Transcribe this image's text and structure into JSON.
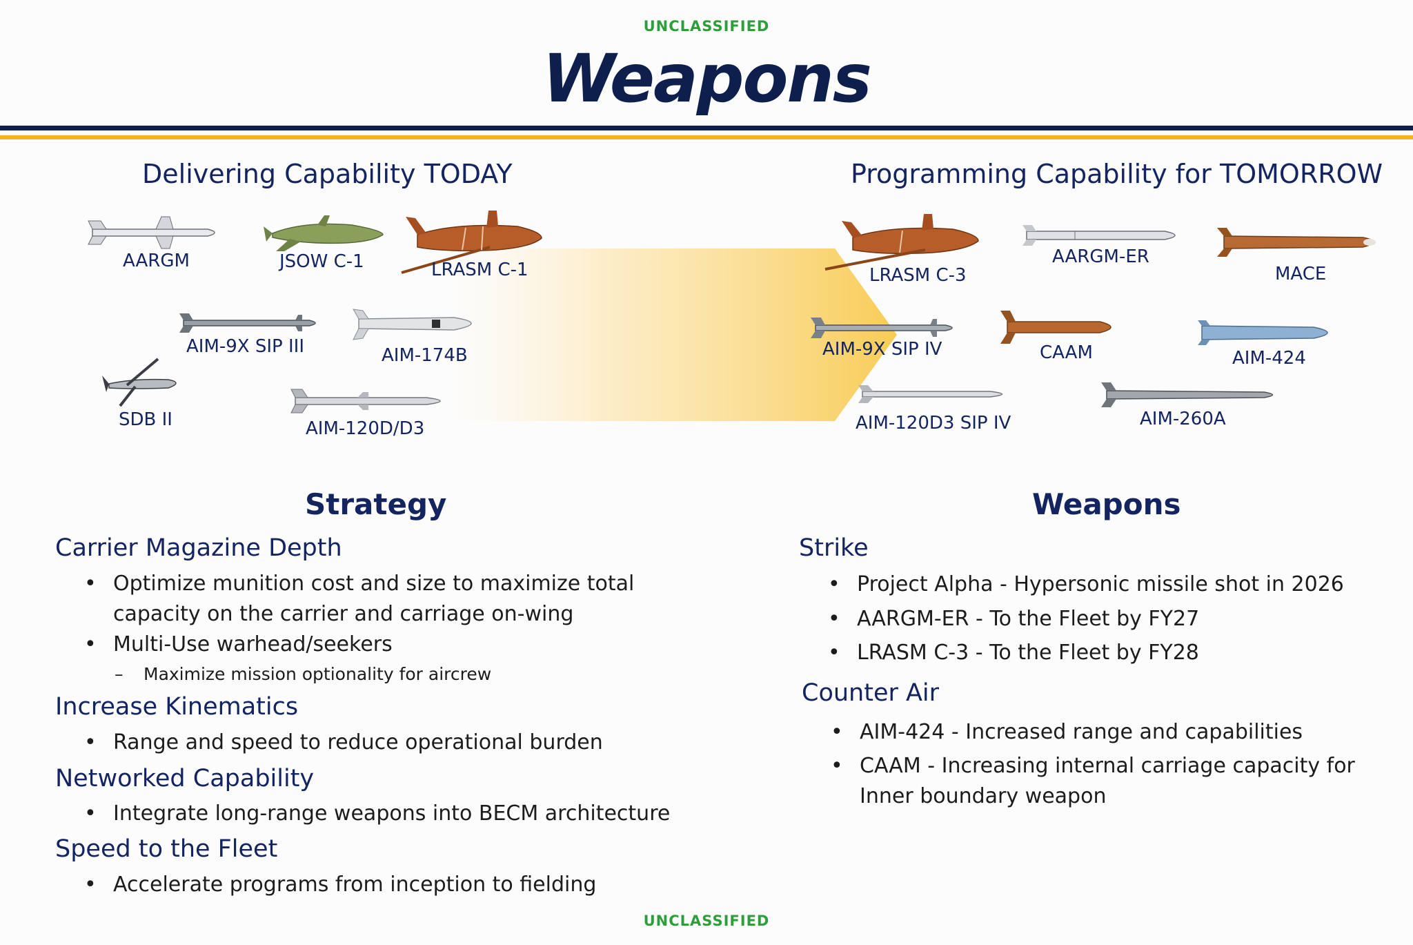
{
  "header": {
    "classification_top": "UNCLASSIFIED",
    "title": "Weapons",
    "classification_bottom": "UNCLASSIFIED"
  },
  "today": {
    "heading": "Delivering Capability TODAY",
    "weapons": [
      "AARGM",
      "JSOW C-1",
      "LRASM C-1",
      "AIM-9X SIP III",
      "AIM-174B",
      "SDB II",
      "AIM-120D/D3"
    ]
  },
  "tomorrow": {
    "heading": "Programming Capability for TOMORROW",
    "weapons": [
      "LRASM C-3",
      "AARGM-ER",
      "MACE",
      "AIM-9X SIP IV",
      "CAAM",
      "AIM-424",
      "AIM-120D3 SIP IV",
      "AIM-260A"
    ]
  },
  "strategy": {
    "title": "Strategy",
    "groups": [
      {
        "heading": "Carrier Magazine Depth",
        "bullets": [
          "Optimize munition cost and size to maximize total capacity on the carrier and carriage on-wing",
          "Multi-Use warhead/seekers"
        ],
        "sub_bullet": "Maximize mission optionality for aircrew"
      },
      {
        "heading": "Increase Kinematics",
        "bullets": [
          "Range and speed to reduce operational burden"
        ]
      },
      {
        "heading": "Networked Capability",
        "bullets": [
          "Integrate long-range weapons into BECM architecture"
        ]
      },
      {
        "heading": "Speed to the Fleet",
        "bullets": [
          "Accelerate programs from inception to fielding"
        ]
      }
    ]
  },
  "weapons_col": {
    "title": "Weapons",
    "groups": [
      {
        "heading": "Strike",
        "bullets": [
          "Project Alpha - Hypersonic missile shot in 2026",
          "AARGM-ER - To the Fleet by FY27",
          "LRASM C-3 - To the Fleet by FY28"
        ]
      },
      {
        "heading": "Counter Air",
        "bullets": [
          "AIM-424 - Increased range and capabilities",
          "CAAM - Increasing internal carriage capacity for Inner boundary weapon"
        ]
      }
    ]
  },
  "colors": {
    "navy": "#0e1f4d",
    "gold": "#f2b51c",
    "classification_green": "#2e9e3a"
  }
}
